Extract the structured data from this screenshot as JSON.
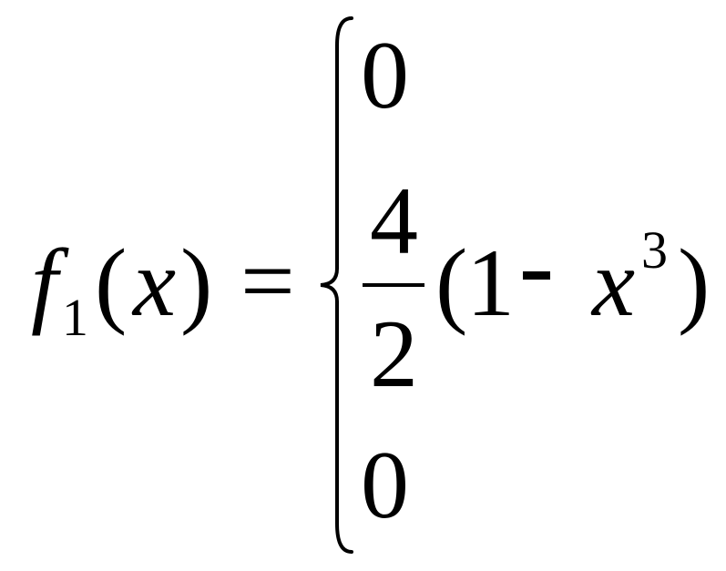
{
  "equation": {
    "lhs": {
      "function_letter": "f",
      "subscript": "1",
      "open_paren": "(",
      "variable": "x",
      "close_paren": ")"
    },
    "equals": "=",
    "cases": [
      {
        "value": "0"
      },
      {
        "numerator": "4",
        "denominator": "2",
        "open_paren": "(",
        "one": "1",
        "variable": "x",
        "exponent": "3",
        "close_paren": ")"
      },
      {
        "value": "0"
      }
    ]
  }
}
